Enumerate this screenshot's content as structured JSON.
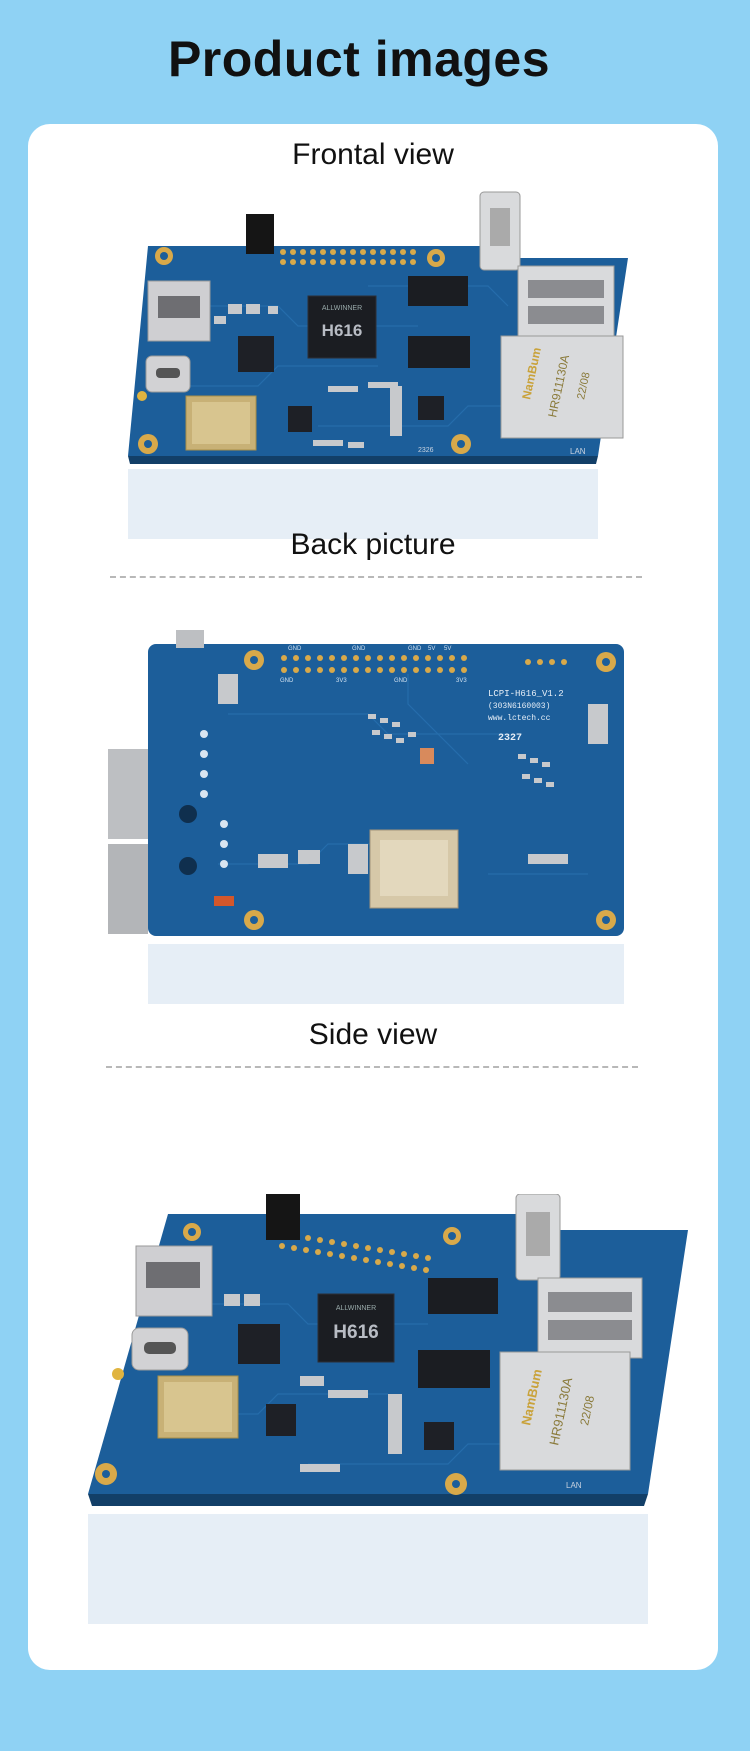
{
  "page": {
    "title": "Product images"
  },
  "sections": [
    {
      "title": "Frontal view"
    },
    {
      "title": "Back picture"
    },
    {
      "title": "Side view"
    }
  ],
  "board_front": {
    "soc_brand": "ALLWINNER",
    "soc_model": "H616",
    "lan_jack_brand": "NamBum",
    "lan_jack_model": "HR911130A",
    "lan_jack_date": "22/08",
    "lan_label": "LAN",
    "rev_label": "2326"
  },
  "board_back": {
    "model_line": "LCPI-H616_V1.2",
    "code_line": "(303N6160003)",
    "site_line": "www.lctech.cc",
    "batch": "2327",
    "pin_labels": [
      "GND",
      "GND",
      "GND",
      "5V",
      "5V",
      "GND",
      "3V3",
      "GND",
      "3V3"
    ]
  },
  "colors": {
    "background": "#8fd2f4",
    "card": "#ffffff",
    "pcb": "#1c5e9a",
    "pcb_dark": "#154a7c",
    "gold": "#d8a94a",
    "chip": "#1b1d22",
    "metal": "#d9dadc"
  }
}
